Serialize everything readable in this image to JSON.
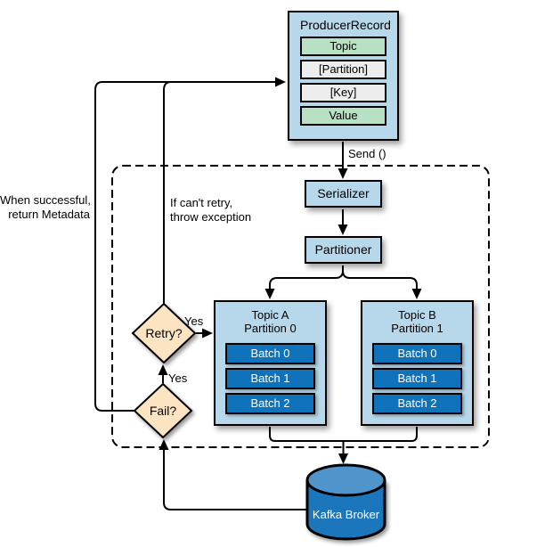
{
  "colors": {
    "box_blue": "#b7d7ea",
    "row_green": "#b8e0c2",
    "row_gray": "#ededee",
    "batch_blue": "#0f72ba",
    "cylinder_body": "#1b76bc",
    "cylinder_top": "#4f94cb",
    "diamond_fill": "#fce4c2",
    "line_color": "#000000"
  },
  "producer_record": {
    "title": "ProducerRecord",
    "fields": [
      "Topic",
      "[Partition]",
      "[Key]",
      "Value"
    ]
  },
  "send_label": "Send ()",
  "pipeline": {
    "serializer": "Serializer",
    "partitioner": "Partitioner"
  },
  "topics": [
    {
      "title_line1": "Topic A",
      "title_line2": "Partition 0",
      "batches": [
        "Batch 0",
        "Batch 1",
        "Batch 2"
      ]
    },
    {
      "title_line1": "Topic B",
      "title_line2": "Partition 1",
      "batches": [
        "Batch 0",
        "Batch 1",
        "Batch 2"
      ]
    }
  ],
  "decisions": {
    "retry_label": "Retry?",
    "fail_label": "Fail?"
  },
  "edge_labels": {
    "retry_yes": "Yes",
    "fail_yes": "Yes"
  },
  "annotations": {
    "success_line1": "When successful,",
    "success_line2": "return Metadata",
    "cant_retry_line1": "If can't retry,",
    "cant_retry_line2": "throw exception"
  },
  "broker_label": "Kafka Broker"
}
